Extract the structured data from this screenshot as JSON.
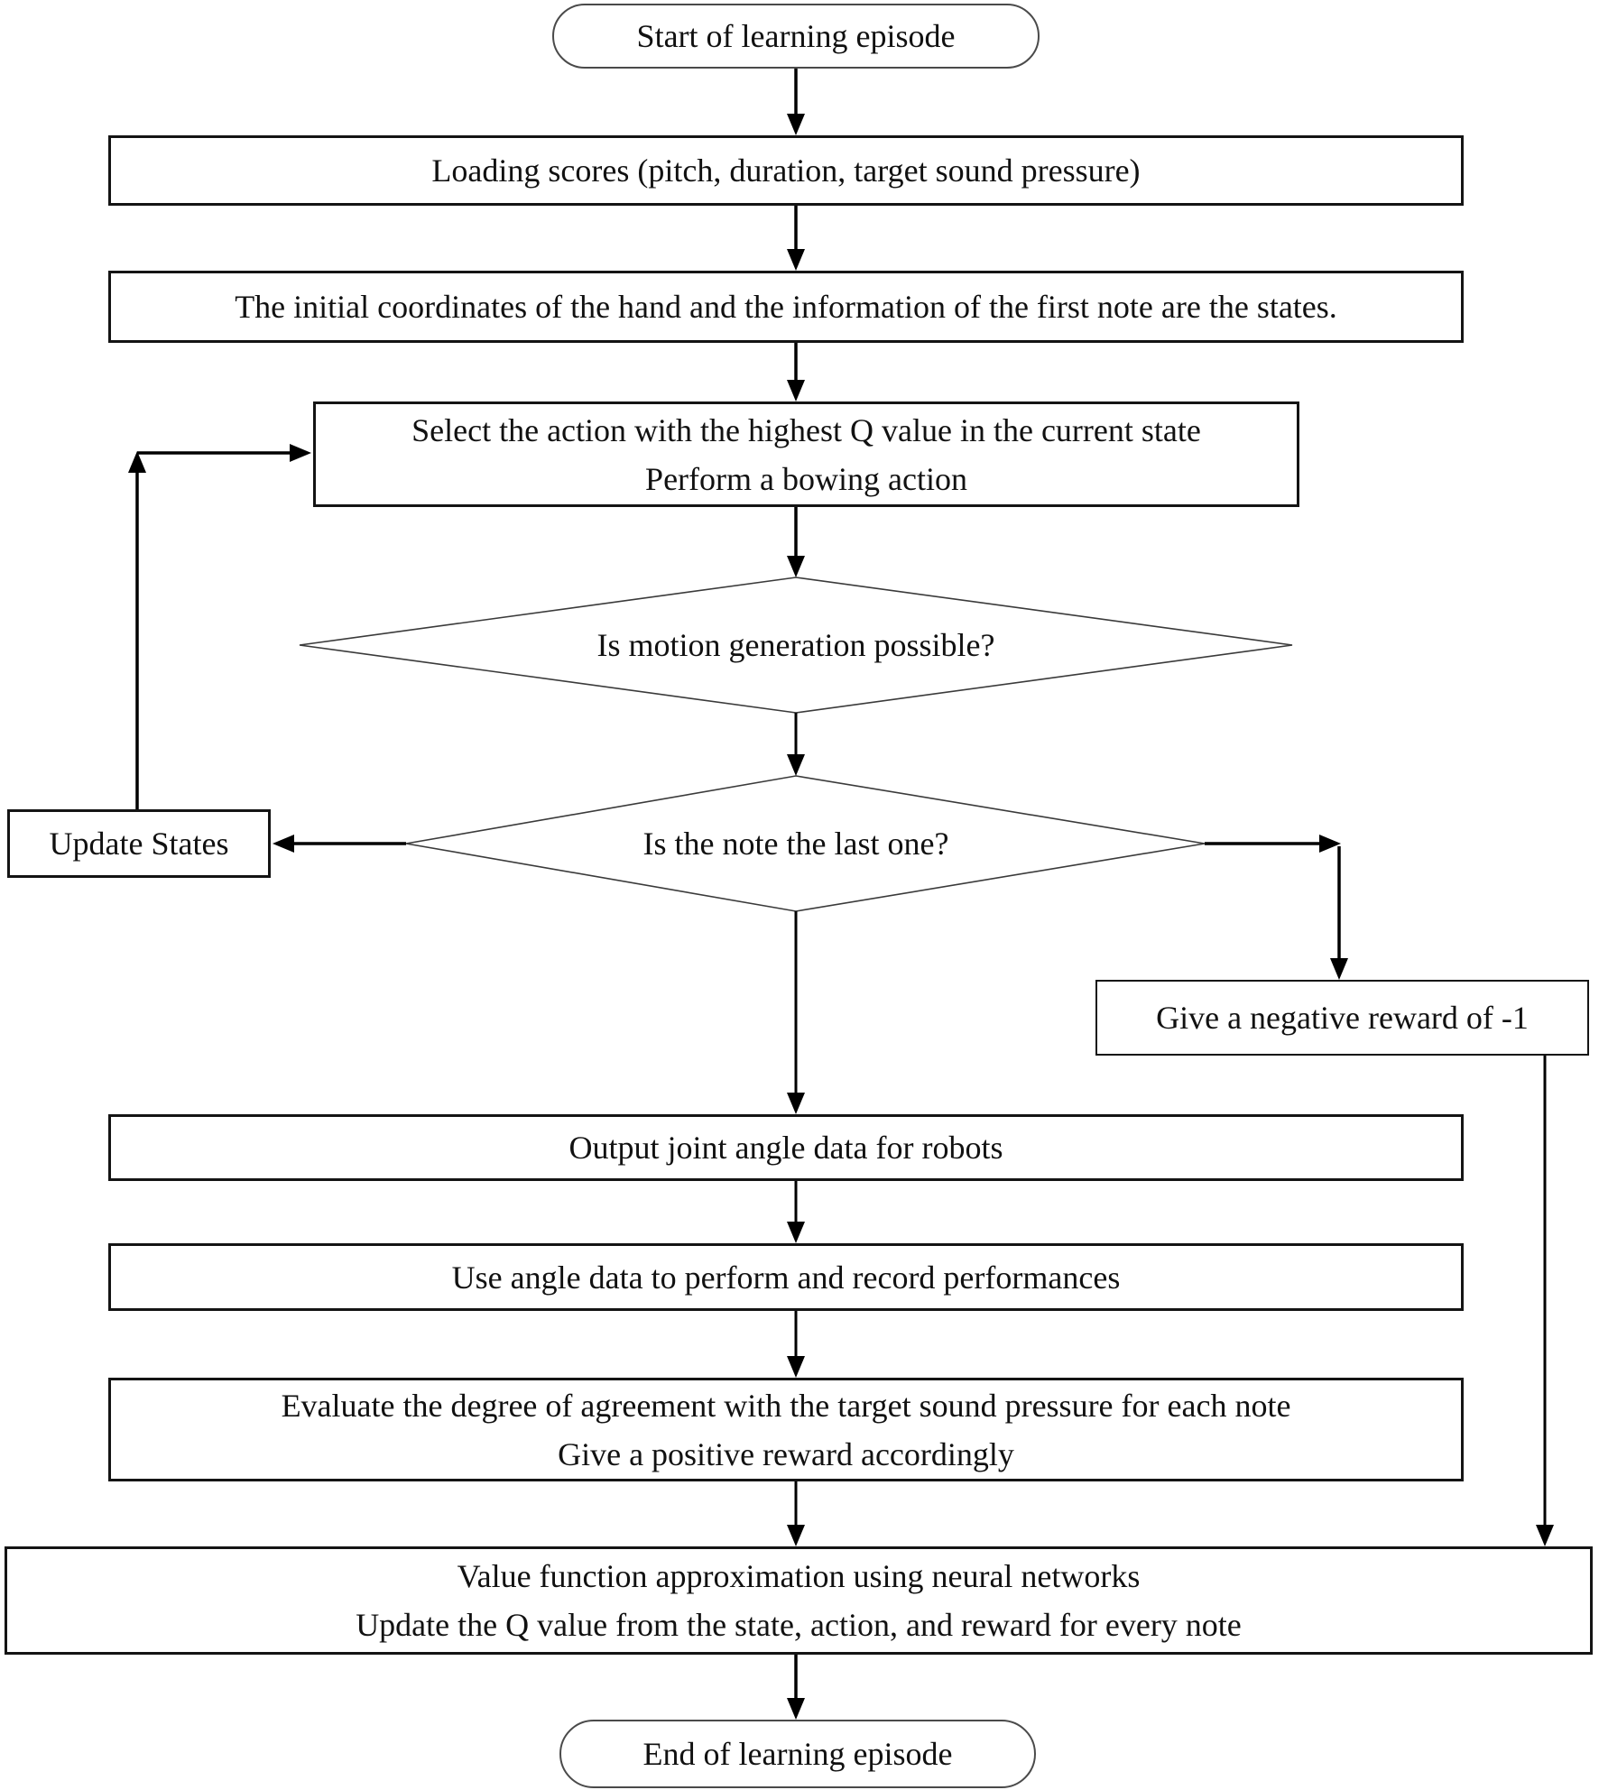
{
  "colors": {
    "background": "#ffffff",
    "line": "#000000",
    "shape_fill": "#ffffff",
    "text": "#111111"
  },
  "nodes": {
    "start": {
      "type": "terminator",
      "label": "Start of learning episode"
    },
    "loading_scores": {
      "type": "process",
      "label": "Loading scores (pitch, duration, target sound pressure)"
    },
    "initial_states": {
      "type": "process",
      "label": "The initial coordinates of the hand and the information of the first note are the states."
    },
    "select_action": {
      "type": "process",
      "lines": [
        "Select the action with the highest Q value in the current state",
        "Perform a bowing action"
      ]
    },
    "motion_possible": {
      "type": "decision",
      "label": "Is motion generation possible?"
    },
    "last_note": {
      "type": "decision",
      "label": "Is the note the last one?"
    },
    "update_states": {
      "type": "process",
      "label": "Update States"
    },
    "negative_reward": {
      "type": "process",
      "label": "Give a negative reward of -1"
    },
    "output_joint_angles": {
      "type": "process",
      "label": "Output joint angle data for robots"
    },
    "record_performance": {
      "type": "process",
      "label": "Use angle data to perform and record performances"
    },
    "evaluate_reward": {
      "type": "process",
      "lines": [
        "Evaluate the degree of agreement with the target sound pressure for each note",
        "Give a positive reward accordingly"
      ]
    },
    "value_function": {
      "type": "process",
      "lines": [
        "Value function approximation using neural networks",
        "Update the Q value from the state, action, and reward for every note"
      ]
    },
    "end": {
      "type": "terminator",
      "label": "End of learning episode"
    }
  },
  "edges": [
    {
      "from": "start",
      "to": "loading_scores"
    },
    {
      "from": "loading_scores",
      "to": "initial_states"
    },
    {
      "from": "initial_states",
      "to": "select_action"
    },
    {
      "from": "select_action",
      "to": "motion_possible"
    },
    {
      "from": "motion_possible",
      "to": "last_note"
    },
    {
      "from": "last_note",
      "to": "update_states"
    },
    {
      "from": "update_states",
      "to": "select_action"
    },
    {
      "from": "last_note",
      "to": "negative_reward"
    },
    {
      "from": "last_note",
      "to": "output_joint_angles"
    },
    {
      "from": "negative_reward",
      "to": "value_function"
    },
    {
      "from": "output_joint_angles",
      "to": "record_performance"
    },
    {
      "from": "record_performance",
      "to": "evaluate_reward"
    },
    {
      "from": "evaluate_reward",
      "to": "value_function"
    },
    {
      "from": "value_function",
      "to": "end"
    }
  ]
}
